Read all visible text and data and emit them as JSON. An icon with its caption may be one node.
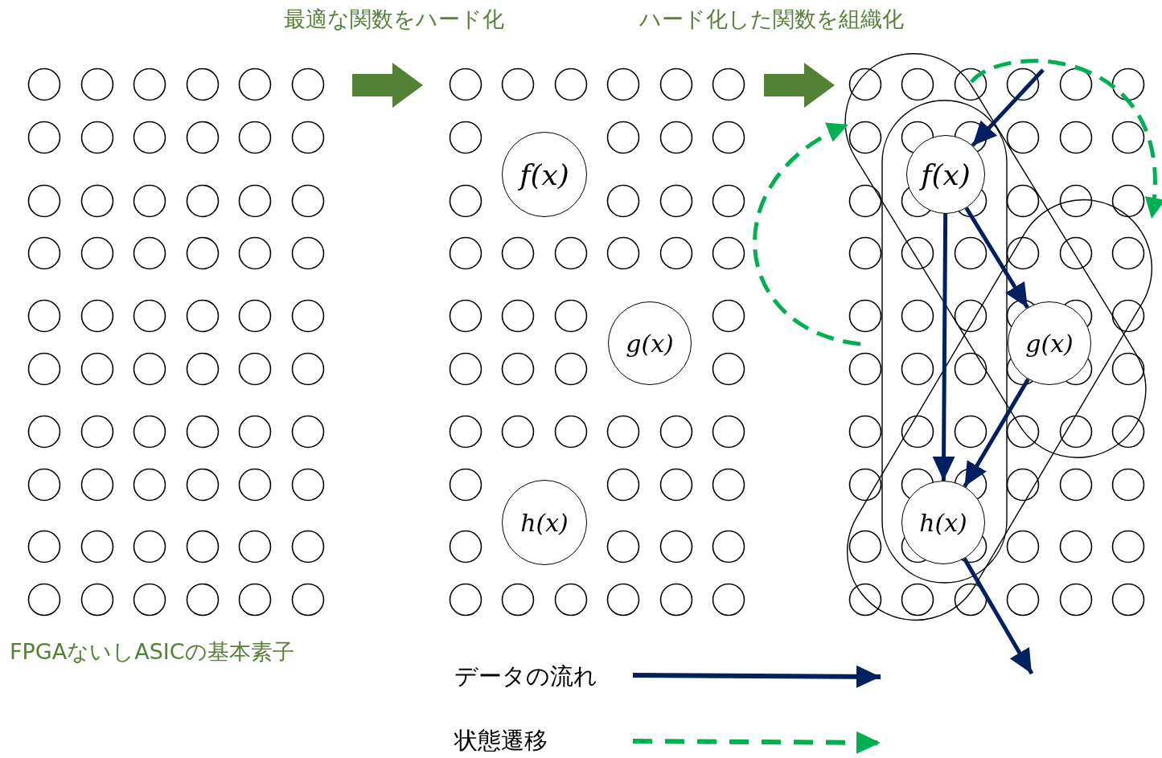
{
  "diagram": {
    "nodes": [
      {
        "text": [
          "f(x)"
        ]
      },
      {
        "text": [
          "g(x)"
        ]
      },
      {
        "text": [
          "h(x)"
        ]
      },
      {
        "text": [
          "f(x)"
        ]
      },
      {
        "text": [
          "g(x)"
        ]
      },
      {
        "text": [
          "h(x)"
        ]
      }
    ],
    "edges": [
      {
        "from": null,
        "to": 3,
        "arrow": "to"
      },
      {
        "from": 3,
        "to": 4,
        "arrow": "to"
      },
      {
        "from": 3,
        "to": 5,
        "arrow": "to"
      },
      {
        "from": 4,
        "to": 5,
        "arrow": "to"
      },
      {
        "from": 5,
        "to": null,
        "arrow": "to"
      }
    ],
    "labels": [
      "最適な関数をハード化",
      "ハード化した関数を組織化",
      "FPGAないしASICの基本素子"
    ],
    "legend": [
      {
        "text": "データの流れ"
      },
      {
        "text": "状態遷移"
      }
    ]
  }
}
